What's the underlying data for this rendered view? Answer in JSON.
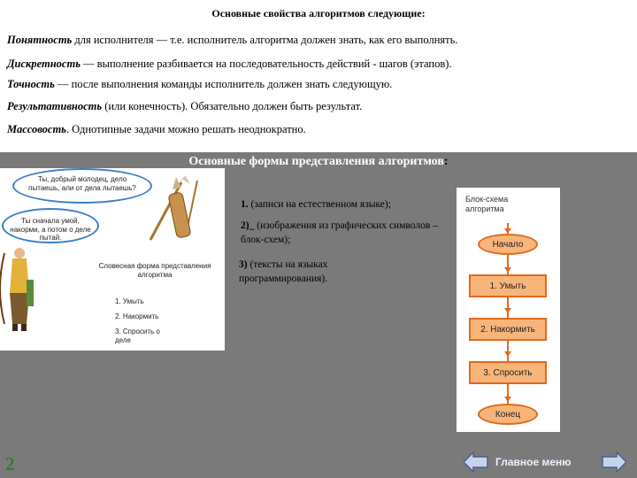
{
  "properties": {
    "title": "Основные свойства алгоритмов следующие:",
    "items": [
      {
        "term": "Понятность",
        "text": " для исполнителя — т.е. исполнитель алгоритма должен знать, как его выполнять."
      },
      {
        "term": "Дискретность",
        "text": " — выполнение разбивается на последовательность действий - шагов (этапов)."
      },
      {
        "term": "Точность",
        "text": " — после выполнения команды исполнитель должен знать следующую."
      },
      {
        "term": "Результативность",
        "text": " (или конечность). Обязательно должен быть результат."
      },
      {
        "term": "Массовость",
        "text": ". Однотипные задачи можно решать неоднократно."
      }
    ]
  },
  "forms_title": "Основные формы представления алгоритмов",
  "forms_title_colon": ":",
  "illustration": {
    "bubble1": "Ты, добрый молодец, дело пытаешь, али от дела лытаешь?",
    "bubble2": "Ты сначала умой, накорми, а потом о деле пытай.",
    "caption": "Словесная форма представления алгоритма",
    "steps": [
      "1. Умыть",
      "2. Накормить",
      "3. Спросить о деле"
    ]
  },
  "forms": [
    {
      "num": "1.",
      "text": " (записи на естественном языке);"
    },
    {
      "num": "2)_",
      "text": " (изображения из графических символов –",
      "text2": "блок-схем);"
    },
    {
      "num": "3)",
      "text": " (тексты на языках",
      "text2": "программирования)."
    }
  ],
  "flowchart": {
    "title": "Блок-схема алгоритма",
    "nodes": [
      "Начало",
      "1. Умыть",
      "2. Накормить",
      "3. Спросить",
      "Конец"
    ],
    "colors": {
      "fill": "#f7b57a",
      "stroke": "#e06a1c"
    }
  },
  "footer": {
    "page_number": "2",
    "menu_label": "Главное меню",
    "prev_icon": "left-arrow-icon",
    "next_icon": "right-arrow-icon"
  }
}
